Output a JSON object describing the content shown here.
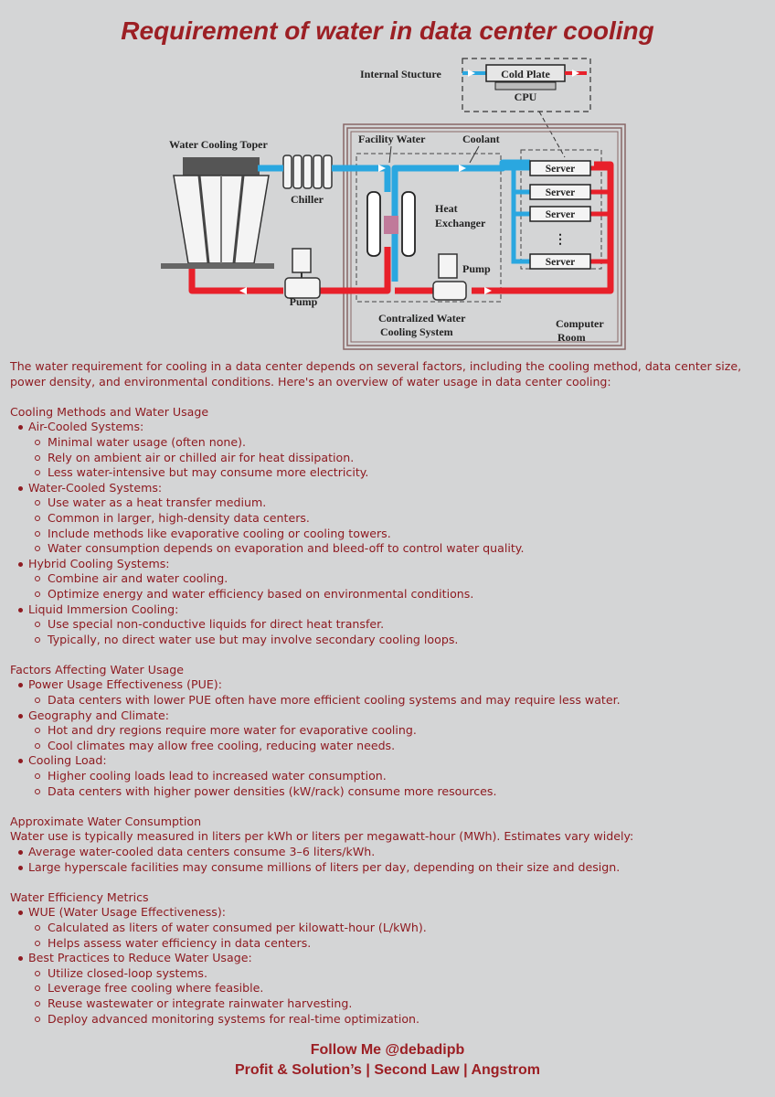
{
  "title": "Requirement of water in data center cooling",
  "diagram": {
    "internal_structure": "Internal Stucture",
    "cold_plate": "Cold Plate",
    "cpu": "CPU",
    "water_cooling_tower": "Water Cooling Toper",
    "chiller": "Chiller",
    "facility_water": "Facility Water",
    "coolant": "Coolant",
    "heat_exchanger_1": "Heat",
    "heat_exchanger_2": "Exchanger",
    "pump_left": "Pump",
    "pump_right": "Pump",
    "server": "Server",
    "dots": "⋮",
    "central_1": "Contralized Water",
    "central_2": "Cooling System",
    "computer_1": "Computer",
    "computer_2": "Room",
    "colors": {
      "cold": "#2aa7e0",
      "hot": "#e8202a"
    }
  },
  "intro": "The water requirement for cooling in a data center depends on several factors, including the cooling method, data center size, power density, and environmental conditions. Here's an overview of water usage in data center cooling:",
  "section1": {
    "heading": "Cooling Methods and Water Usage",
    "items": [
      {
        "label": "Air-Cooled Systems:",
        "sub": [
          "Minimal water usage (often none).",
          "Rely on ambient air or chilled air for heat dissipation.",
          "Less water-intensive but may consume more electricity."
        ]
      },
      {
        "label": "Water-Cooled Systems:",
        "sub": [
          "Use water as a heat transfer medium.",
          "Common in larger, high-density data centers.",
          "Include methods like evaporative cooling or cooling towers.",
          "Water consumption depends on evaporation and bleed-off to control water quality."
        ]
      },
      {
        "label": "Hybrid Cooling Systems:",
        "sub": [
          "Combine air and water cooling.",
          "Optimize energy and water efficiency based on environmental conditions."
        ]
      },
      {
        "label": "Liquid Immersion Cooling:",
        "sub": [
          "Use special non-conductive liquids for direct heat transfer.",
          "Typically, no direct water use but may involve secondary cooling loops."
        ]
      }
    ]
  },
  "section2": {
    "heading": "Factors Affecting Water Usage",
    "items": [
      {
        "label": "Power Usage Effectiveness (PUE):",
        "sub": [
          "Data centers with lower PUE often have more efficient cooling systems and may require less water."
        ]
      },
      {
        "label": "Geography and Climate:",
        "sub": [
          "Hot and dry regions require more water for evaporative cooling.",
          "Cool climates may allow free cooling, reducing water needs."
        ]
      },
      {
        "label": "Cooling Load:",
        "sub": [
          "Higher cooling loads lead to increased water consumption.",
          "Data centers with higher power densities (kW/rack) consume more resources."
        ]
      }
    ]
  },
  "section3": {
    "heading": "Approximate Water Consumption",
    "desc": "Water use is typically measured in liters per kWh or liters per megawatt-hour (MWh). Estimates vary widely:",
    "items": [
      "Average water-cooled data centers consume 3–6 liters/kWh.",
      "Large hyperscale facilities may consume millions of liters per day, depending on their size and design."
    ]
  },
  "section4": {
    "heading": "Water Efficiency Metrics",
    "items": [
      {
        "label": "WUE (Water Usage Effectiveness):",
        "sub": [
          "Calculated as liters of water consumed per kilowatt-hour (L/kWh).",
          "Helps assess water efficiency in data centers."
        ]
      },
      {
        "label": "Best Practices to Reduce Water Usage:",
        "sub": [
          "Utilize closed-loop systems.",
          "Leverage free cooling where feasible.",
          "Reuse wastewater or integrate rainwater harvesting.",
          "Deploy advanced monitoring systems for real-time optimization."
        ]
      }
    ]
  },
  "footer": {
    "line1": "Follow Me @debadipb",
    "line2": "Profit & Solution’s | Second Law | Angstrom"
  }
}
